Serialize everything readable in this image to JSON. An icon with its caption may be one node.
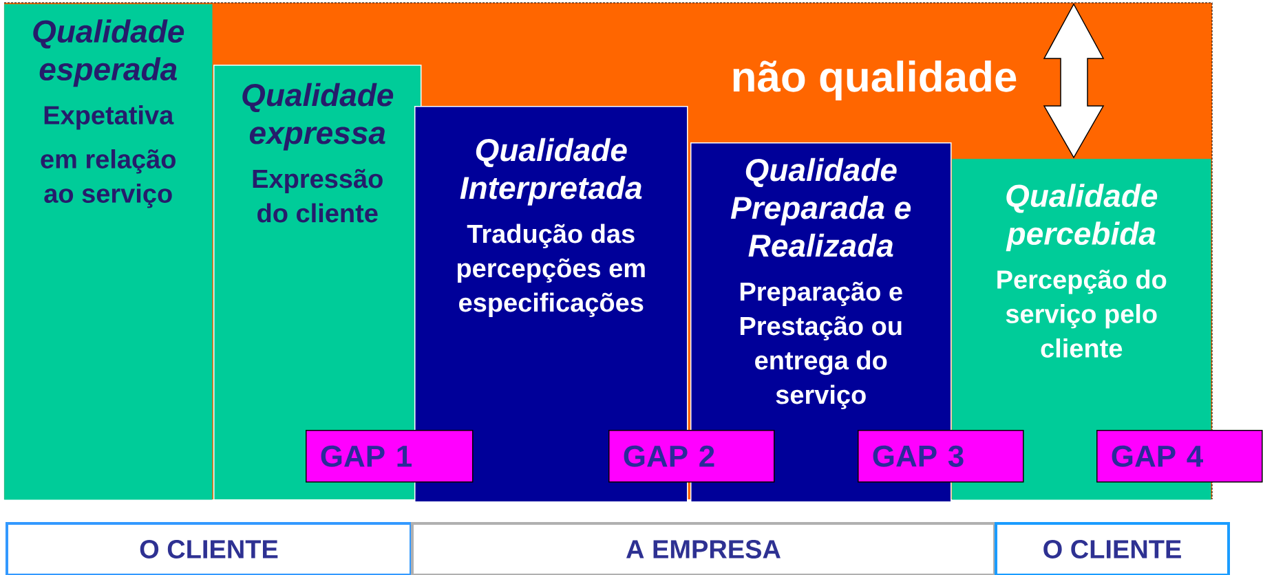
{
  "diagram": {
    "nodes": [
      {
        "text": [
          "não qualidade"
        ]
      },
      {
        "text": [
          "Qualidade esperada",
          "Expetativa",
          "em relação ao serviço"
        ],
        "in": 0
      },
      {
        "text": [
          "Qualidade expressa",
          "Expressão do cliente"
        ],
        "in": 0
      },
      {
        "text": [
          "Qualidade Interpretada",
          "Tradução das percepções em especificações"
        ],
        "in": 0
      },
      {
        "text": [
          "Qualidade Preparada e Realizada",
          "Preparação e Prestação ou entrega do serviço"
        ],
        "in": 0
      },
      {
        "text": [
          "Qualidade percebida",
          "Percepção do serviço pelo cliente"
        ],
        "in": 0
      },
      {
        "text": [
          "GAP 1"
        ],
        "in": 0
      },
      {
        "text": [
          "GAP 2"
        ],
        "in": 0
      },
      {
        "text": [
          "GAP 3"
        ],
        "in": 0
      },
      {
        "text": [
          "GAP 4"
        ]
      },
      {
        "text": [
          "O CLIENTE"
        ]
      },
      {
        "text": [
          "A EMPRESA"
        ]
      },
      {
        "text": [
          "O CLIENTE"
        ]
      }
    ]
  }
}
